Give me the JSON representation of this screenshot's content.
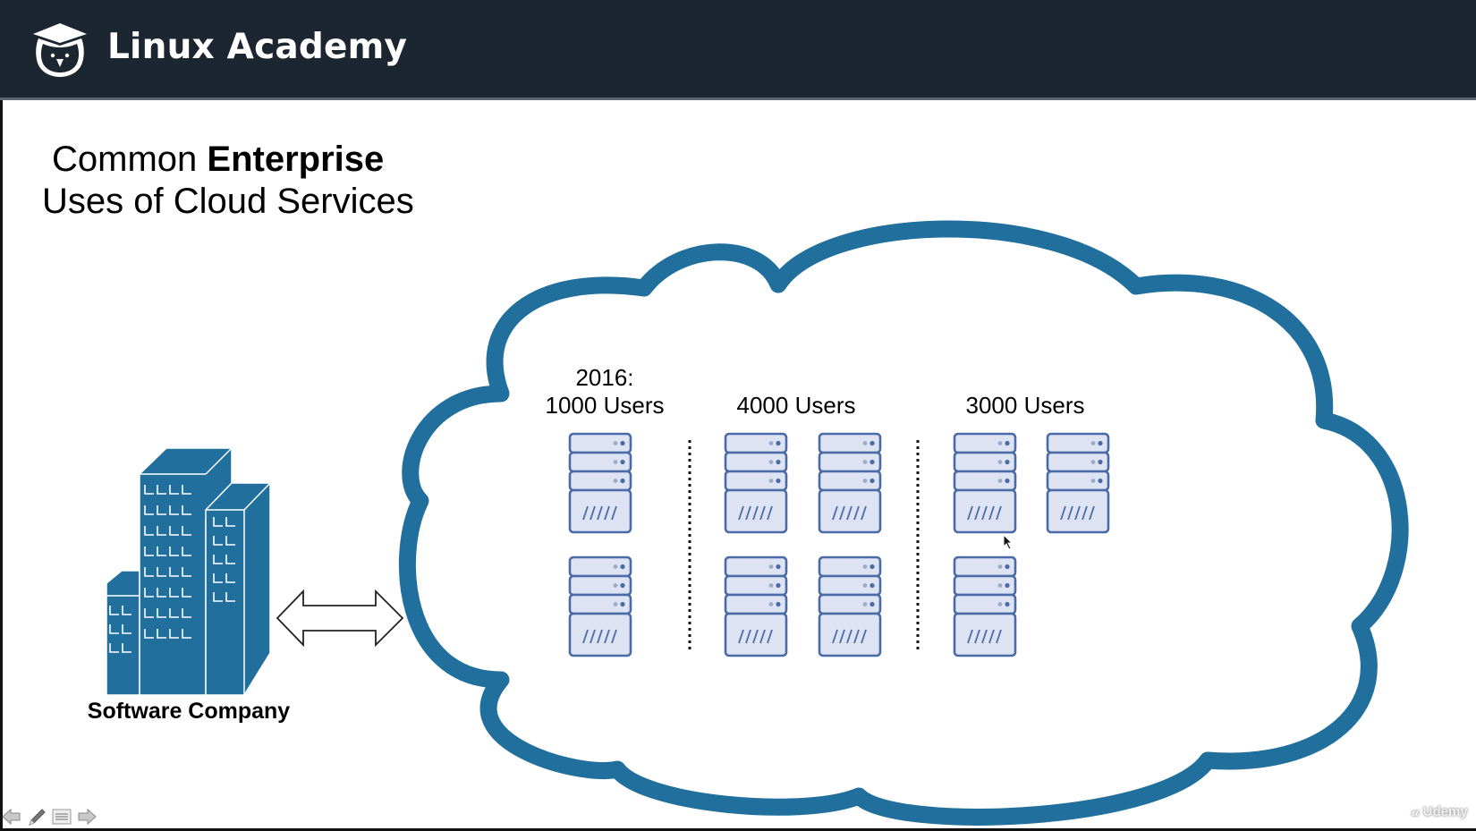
{
  "header": {
    "brand": "Linux Academy",
    "logo_icon": "owl-graduation-cap-icon",
    "background": "#1b2631"
  },
  "slide": {
    "title_line1_regular": "Common",
    "title_line1_bold": "Enterprise",
    "title_line2": "Uses of Cloud Services",
    "company_label": "Software Company",
    "company_icon": "office-buildings-icon",
    "connector_icon": "double-arrow-icon",
    "cloud_color": "#206f9c",
    "server_fill": "#dde3f2",
    "server_stroke": "#4a6ba5",
    "groups": [
      {
        "label_line1": "2016:",
        "label_line2": "1000 Users",
        "server_count": 2
      },
      {
        "label_line1": "",
        "label_line2": "4000 Users",
        "server_count": 4
      },
      {
        "label_line1": "",
        "label_line2": "3000 Users",
        "server_count": 3
      }
    ]
  },
  "player_controls": [
    {
      "name": "previous-slide",
      "icon": "arrow-left-icon"
    },
    {
      "name": "pen-tool",
      "icon": "pen-icon"
    },
    {
      "name": "slide-menu",
      "icon": "menu-icon"
    },
    {
      "name": "next-slide",
      "icon": "arrow-right-icon"
    }
  ],
  "watermark": "Udemy"
}
